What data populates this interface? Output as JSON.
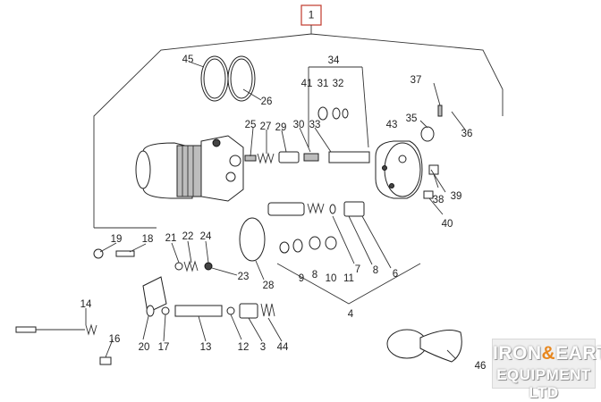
{
  "diagram": {
    "assembly_label": "1",
    "part_numbers": [
      "45",
      "26",
      "34",
      "41",
      "31",
      "32",
      "37",
      "35",
      "36",
      "43",
      "25",
      "27",
      "29",
      "30",
      "33",
      "38",
      "39",
      "40",
      "19",
      "18",
      "21",
      "22",
      "24",
      "23",
      "28",
      "7",
      "8",
      "9",
      "10",
      "11",
      "6",
      "4",
      "14",
      "16",
      "20",
      "17",
      "13",
      "12",
      "3",
      "44",
      "46"
    ]
  },
  "logo": {
    "line1_left": "IRON",
    "line1_amp": "&",
    "line1_right": "EARTH",
    "line2": "EQUIPMENT LTD"
  }
}
